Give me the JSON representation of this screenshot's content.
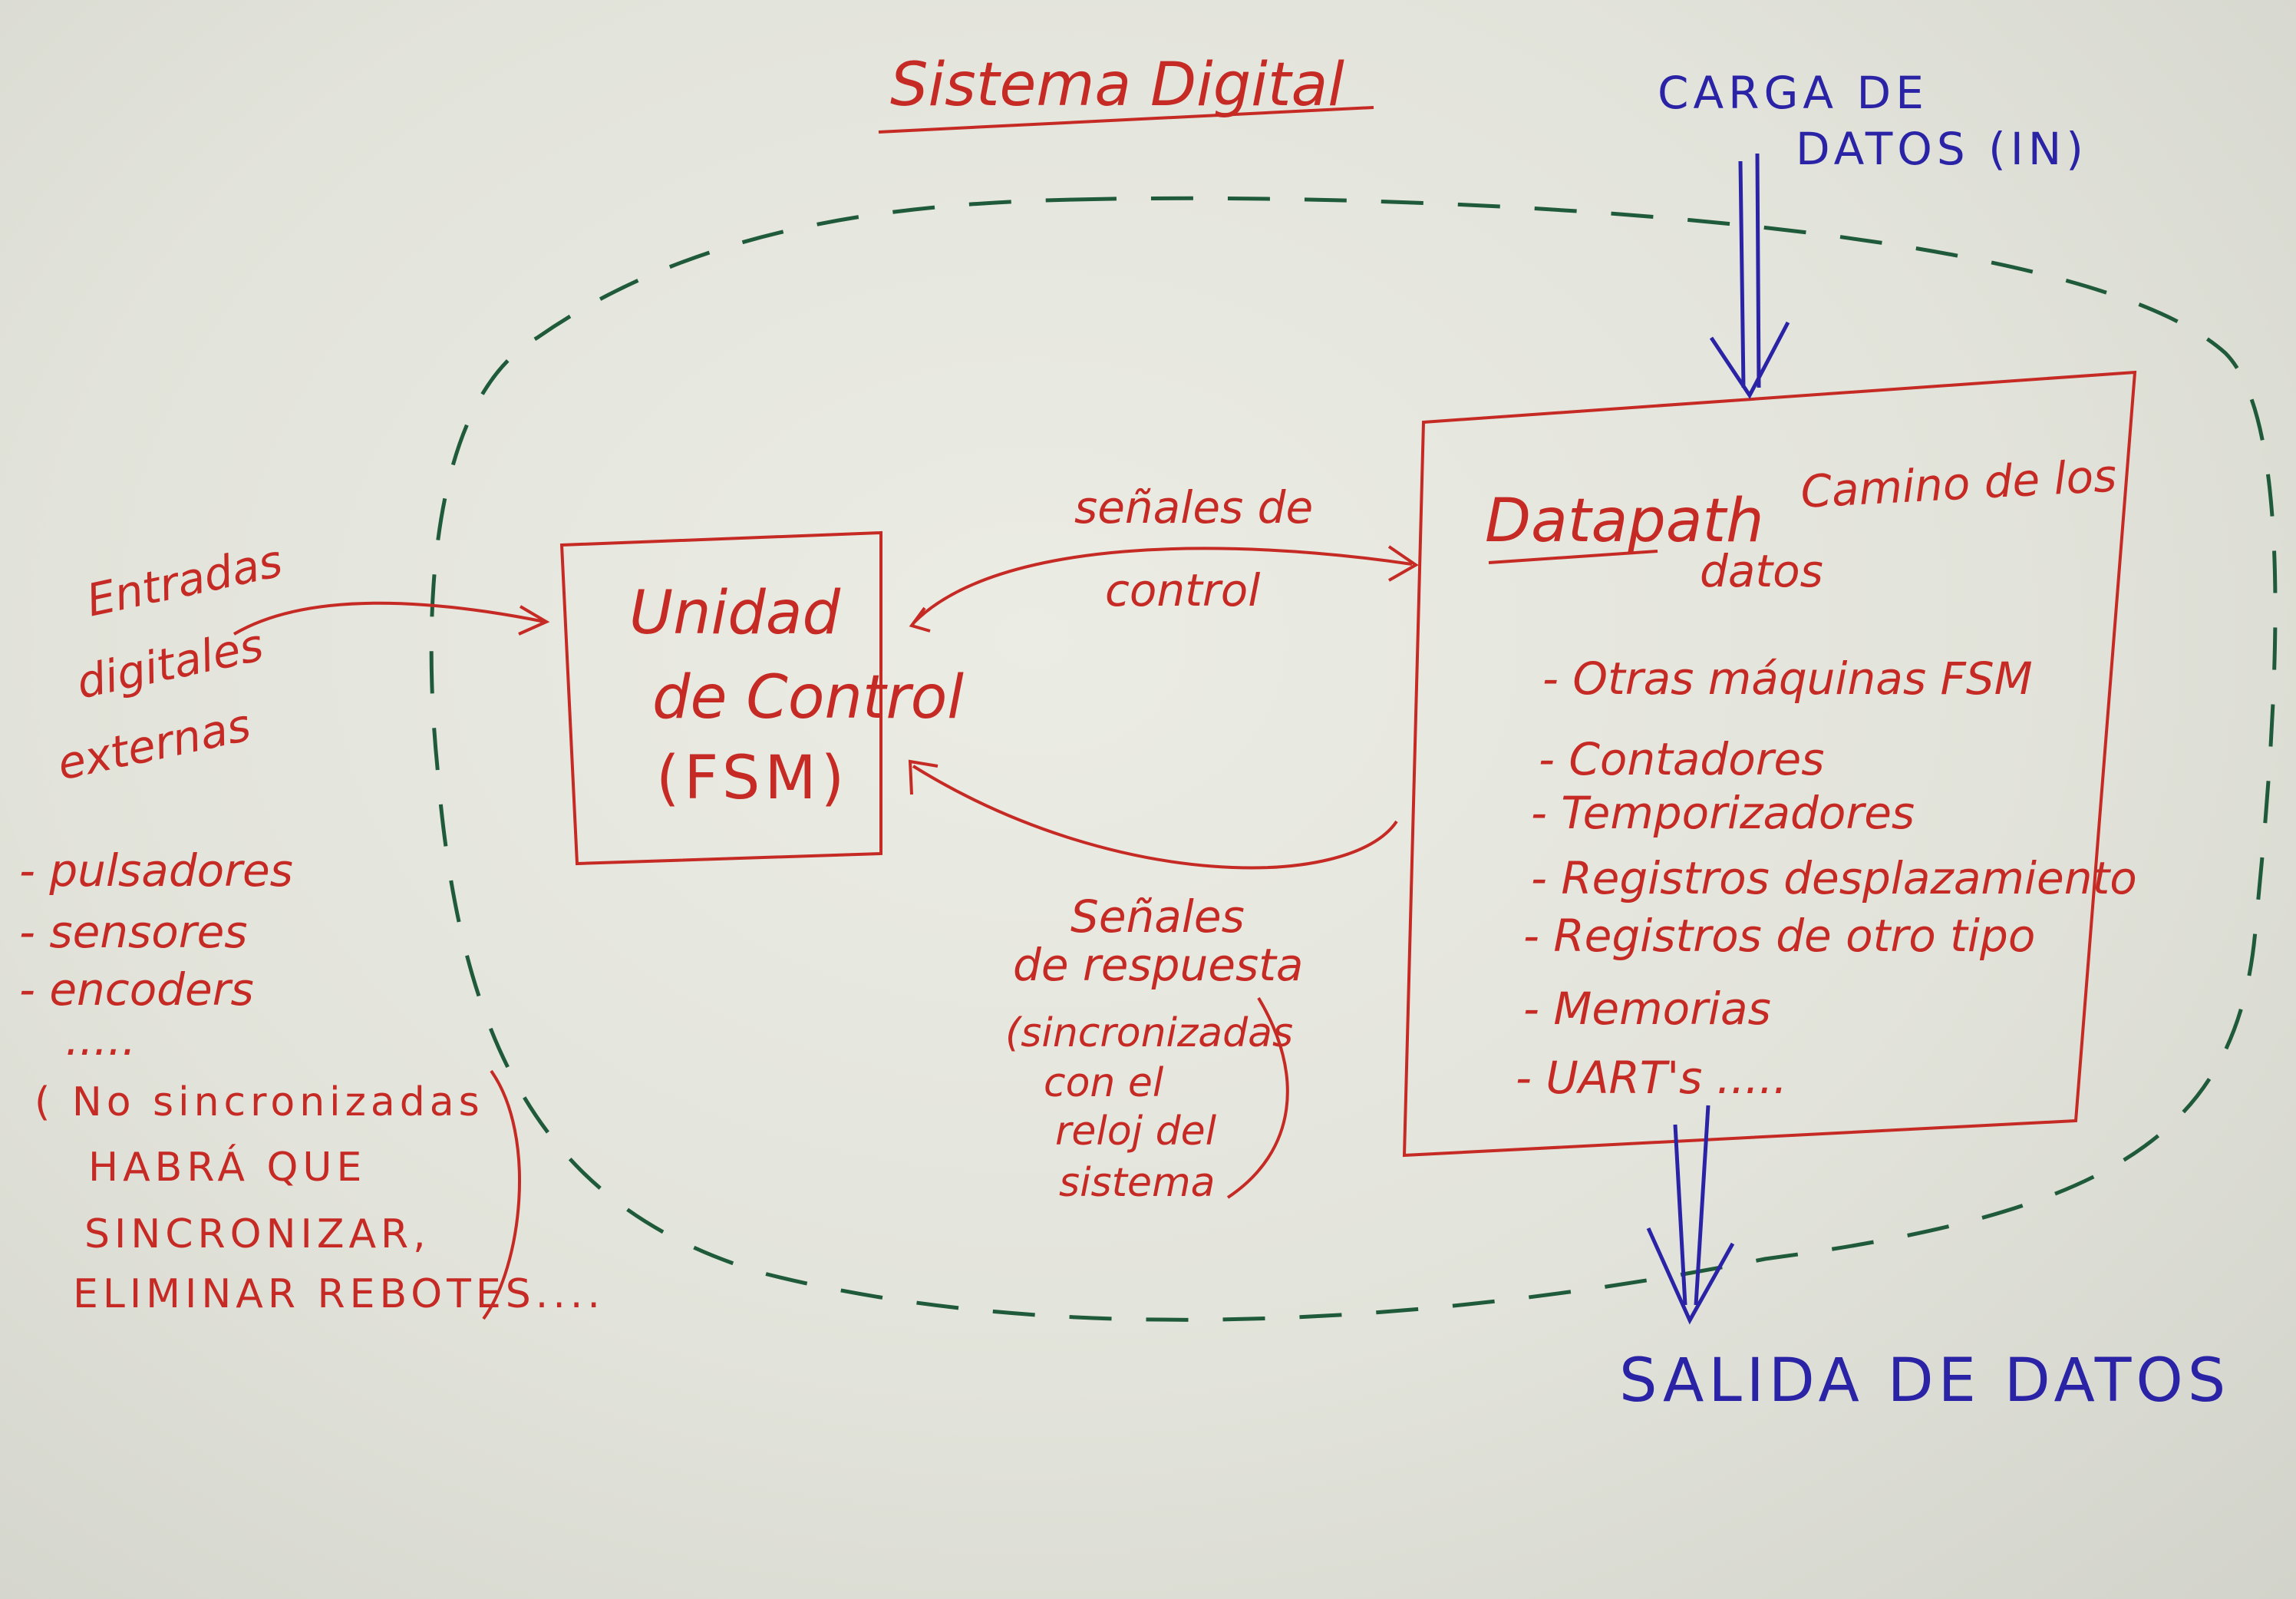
{
  "title": "Sistema Digital",
  "inputs_top": {
    "line1": "CARGA DE",
    "line2": "DATOS (IN)"
  },
  "output_bottom": "SALIDA DE DATOS",
  "control_unit": {
    "line1": "Unidad",
    "line2": "de Control",
    "line3": "(FSM)"
  },
  "control_signals": {
    "line1": "señales de",
    "line2": "control"
  },
  "response_signals": {
    "line1": "Señales",
    "line2": "de respuesta",
    "note1": "(sincronizadas",
    "note2": "con el",
    "note3": "reloj del",
    "note4": "sistema"
  },
  "external_inputs": {
    "line1": "Entradas",
    "line2": "digitales",
    "line3": "externas",
    "items": [
      "- pulsadores",
      "- sensores",
      "- encoders",
      "....."
    ],
    "note1": "( No sincronizadas",
    "note2": "HABRÁ QUE",
    "note3": "SINCRONIZAR,",
    "note4": "ELIMINAR REBOTES...."
  },
  "datapath": {
    "title": "Datapath",
    "subtitle1": "Camino de los",
    "subtitle2": "datos",
    "items": [
      "- Otras máquinas FSM",
      "- Contadores",
      "- Temporizadores",
      "- Registros desplazamiento",
      "- Registros de otro tipo",
      "- Memorias",
      "- UART's ....."
    ]
  },
  "colors": {
    "red_ink": "#c62a24",
    "blue_ink": "#2a23a6",
    "green_ink": "#1f5a3a",
    "paper": "#e6e7df"
  }
}
